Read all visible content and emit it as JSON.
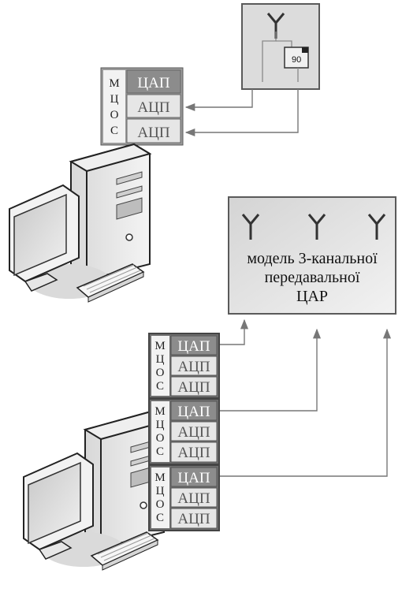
{
  "top_system": {
    "antenna_module": {
      "phase_label": "90"
    },
    "mcos": {
      "letters": [
        "М",
        "Ц",
        "О",
        "С"
      ],
      "channels": [
        "ЦАП",
        "АЦП",
        "АЦП"
      ]
    }
  },
  "bottom_system": {
    "model_box": {
      "lines": [
        "модель 3-канальної",
        "передавальної",
        "ЦАР"
      ]
    },
    "mcos_units": [
      {
        "letters": [
          "М",
          "Ц",
          "О",
          "С"
        ],
        "channels": [
          "ЦАП",
          "АЦП",
          "АЦП"
        ]
      },
      {
        "letters": [
          "М",
          "Ц",
          "О",
          "С"
        ],
        "channels": [
          "ЦАП",
          "АЦП",
          "АЦП"
        ]
      },
      {
        "letters": [
          "М",
          "Ц",
          "О",
          "С"
        ],
        "channels": [
          "ЦАП",
          "АЦП",
          "АЦП"
        ]
      }
    ]
  },
  "colors": {
    "box_border": "#5a5a5a",
    "module_bg": "#dcdcdc",
    "dac_bg": "#8c8c8c",
    "adc_bg": "#e6e6e6",
    "line": "#777777"
  }
}
